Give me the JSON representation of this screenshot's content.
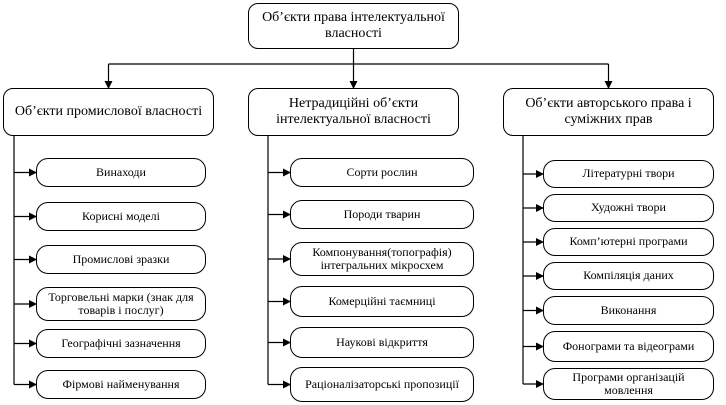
{
  "root": {
    "label": "Об’єкти права інтелектуальної власності"
  },
  "columns": [
    {
      "title": "Об’єкти промислової власності",
      "items": [
        "Винаходи",
        "Корисні моделі",
        "Промислові зразки",
        "Торговельні марки (знак для товарів і послуг)",
        "Географічні зазначення",
        "Фірмові найменування"
      ]
    },
    {
      "title": "Нетрадиційні об’єкти інтелектуальної власності",
      "items": [
        "Сорти рослин",
        "Породи тварин",
        "Компонування(топографія) інтегральних мікросхем",
        "Комерційні таємниці",
        "Наукові відкриття",
        "Раціоналізаторські пропозиції"
      ]
    },
    {
      "title": "Об’єкти авторського права і суміжних прав",
      "items": [
        "Літературні твори",
        "Художні твори",
        "Комп’ютерні програми",
        "Компіляція даних",
        "Виконання",
        "Фонограми та відеограми",
        "Програми організацій мовлення"
      ]
    }
  ]
}
